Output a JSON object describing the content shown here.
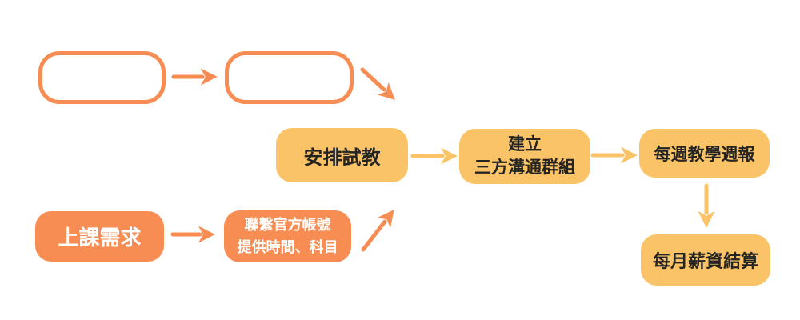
{
  "diagram": {
    "type": "flowchart",
    "background": "#FFFFFF"
  },
  "colors": {
    "dark_orange": "#F78D52",
    "light_orange": "#FAC367",
    "text_dark": "#242424",
    "text_light": "#FFFFFF"
  },
  "nodes": {
    "empty1": {
      "label": "",
      "style": "outline"
    },
    "empty2": {
      "label": "",
      "style": "outline"
    },
    "trial": {
      "line1": "安排試教",
      "style": "light"
    },
    "group": {
      "line1": "建立",
      "line2": "三方溝通群組",
      "style": "light"
    },
    "weekly": {
      "line1": "每週教學週報",
      "style": "light"
    },
    "salary": {
      "line1": "每月薪資結算",
      "style": "light"
    },
    "need": {
      "line1": "上課需求",
      "style": "dark"
    },
    "contact": {
      "line1": "聯繫官方帳號",
      "line2": "提供時間、科目",
      "style": "dark"
    }
  },
  "edges": [
    {
      "from": "empty1",
      "to": "empty2",
      "color": "dark_orange",
      "direction": "right"
    },
    {
      "from": "empty2",
      "to": "trial",
      "color": "dark_orange",
      "direction": "down-right"
    },
    {
      "from": "trial",
      "to": "group",
      "color": "light_orange",
      "direction": "right"
    },
    {
      "from": "group",
      "to": "weekly",
      "color": "light_orange",
      "direction": "right"
    },
    {
      "from": "weekly",
      "to": "salary",
      "color": "light_orange",
      "direction": "down"
    },
    {
      "from": "need",
      "to": "contact",
      "color": "dark_orange",
      "direction": "right"
    },
    {
      "from": "contact",
      "to": "trial",
      "color": "dark_orange",
      "direction": "up-right"
    }
  ]
}
